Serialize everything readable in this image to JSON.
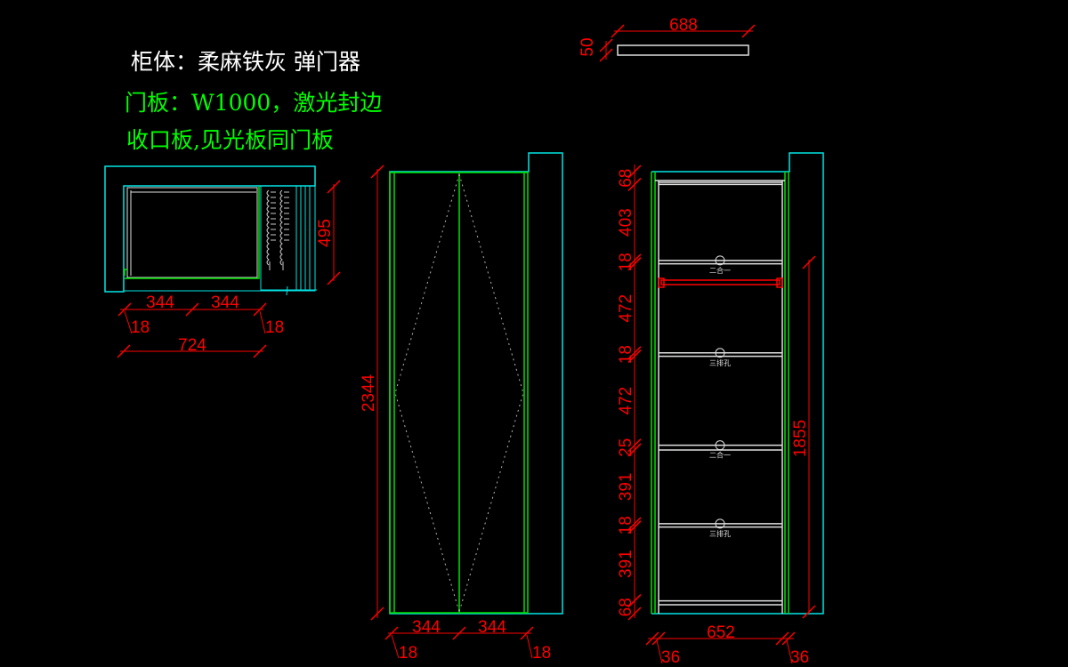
{
  "notes": {
    "cabinet": "柜体：柔麻铁灰 弹门器",
    "door_panel": "门板：W1000，激光封边",
    "trim_panel": "收口板,见光板同门板"
  },
  "colors": {
    "background": "#000000",
    "dimension": "#ff0000",
    "outline": "#00e5e5",
    "door": "#00e000",
    "panel": "#e0e0e0",
    "note_white": "#ffffff",
    "note_green": "#00ff00"
  },
  "plan_view": {
    "dims": {
      "left_door": "344",
      "right_door": "344",
      "left_edge": "18",
      "right_edge": "18",
      "total_width": "724",
      "depth": "495"
    }
  },
  "shelf_board": {
    "dims": {
      "length": "688",
      "thickness": "50"
    }
  },
  "front_elevation": {
    "dims": {
      "height": "2344",
      "left_door": "344",
      "right_door": "344",
      "left_edge": "18",
      "right_edge": "18"
    }
  },
  "interior_elevation": {
    "vertical_dims": [
      "68",
      "403",
      "18",
      "472",
      "18",
      "472",
      "25",
      "391",
      "18",
      "391",
      "68"
    ],
    "inner_height": "1855",
    "dims": {
      "inner_width": "652",
      "left_side": "36",
      "right_side": "36"
    },
    "shelf_labels": [
      "二合一",
      "三排孔",
      "二合一",
      "三排孔"
    ]
  }
}
